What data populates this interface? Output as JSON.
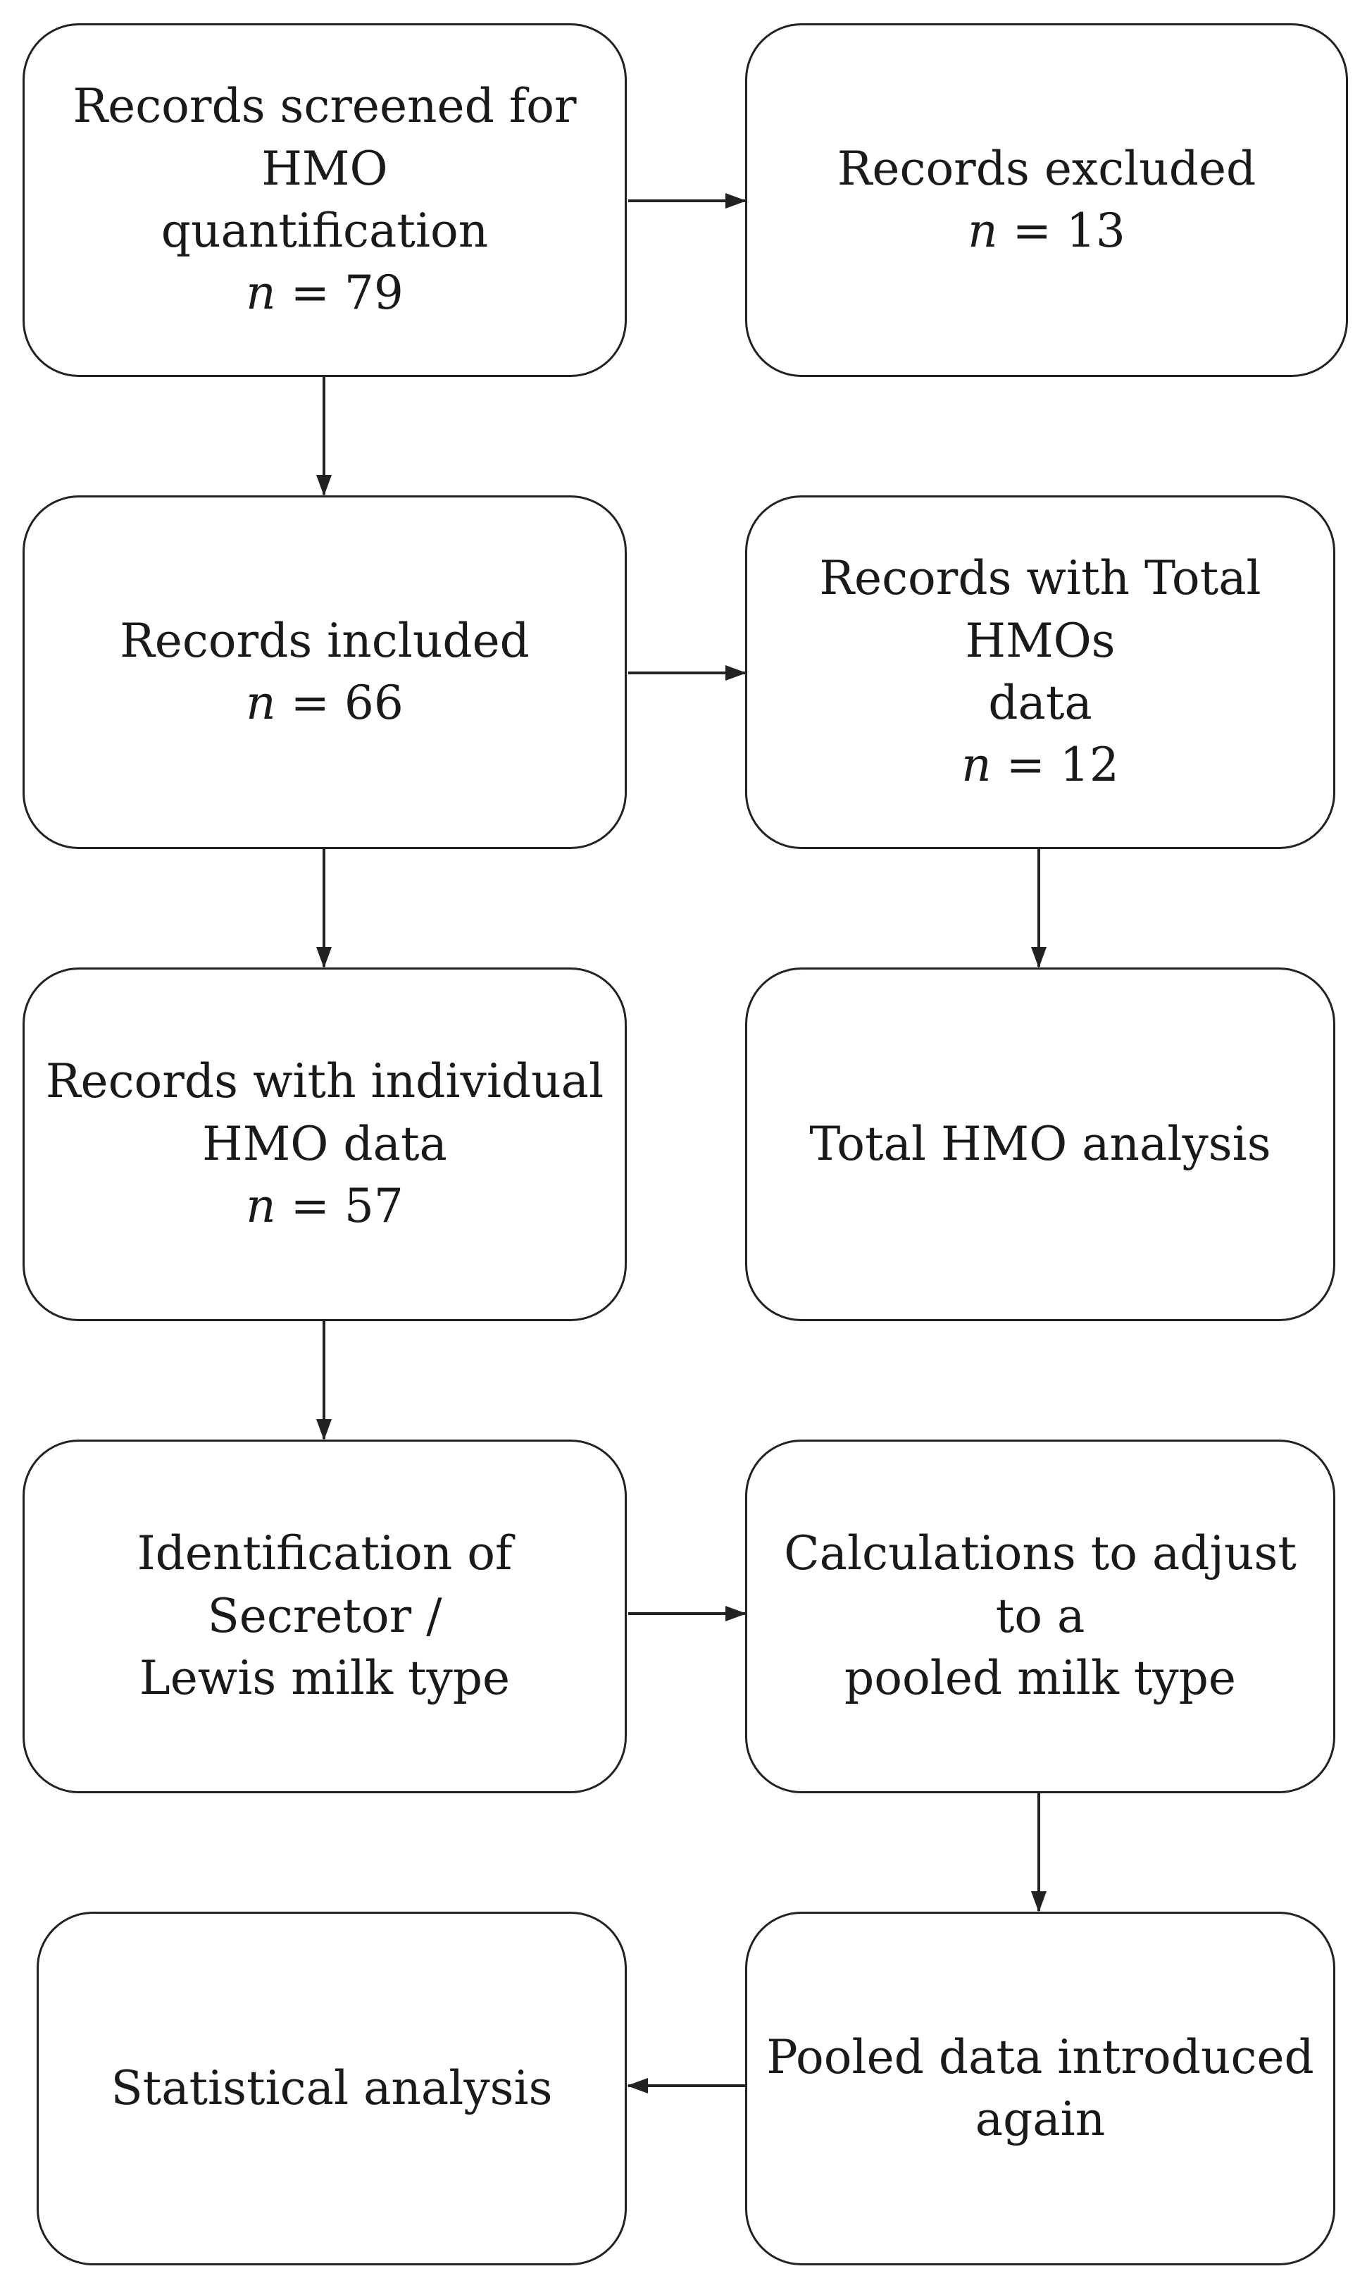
{
  "boxes": {
    "screened": {
      "lines": [
        "Records screened for HMO",
        "quantification"
      ],
      "n_var": "n",
      "n_text": " = 79"
    },
    "excluded": {
      "lines": [
        "Records excluded"
      ],
      "n_var": "n",
      "n_text": " = 13"
    },
    "included": {
      "lines": [
        "Records included"
      ],
      "n_var": "n",
      "n_text": " = 66"
    },
    "total_hmos_data": {
      "lines": [
        "Records with Total HMOs",
        "data"
      ],
      "n_var": "n",
      "n_text": " = 12"
    },
    "individual_hmo_data": {
      "lines": [
        "Records with individual",
        "HMO data"
      ],
      "n_var": "n",
      "n_text": " = 57"
    },
    "total_hmo_analysis": {
      "lines": [
        "Total HMO analysis"
      ]
    },
    "secretor_lewis": {
      "lines": [
        "Identification of Secretor /",
        "Lewis milk type"
      ]
    },
    "pooled_calc": {
      "lines": [
        "Calculations to adjust to a",
        "pooled milk type"
      ]
    },
    "statistical_analysis": {
      "lines": [
        "Statistical analysis"
      ]
    },
    "pooled_introduced": {
      "lines": [
        "Pooled data introduced",
        "again"
      ]
    }
  },
  "style": {
    "stroke": "#222222"
  }
}
